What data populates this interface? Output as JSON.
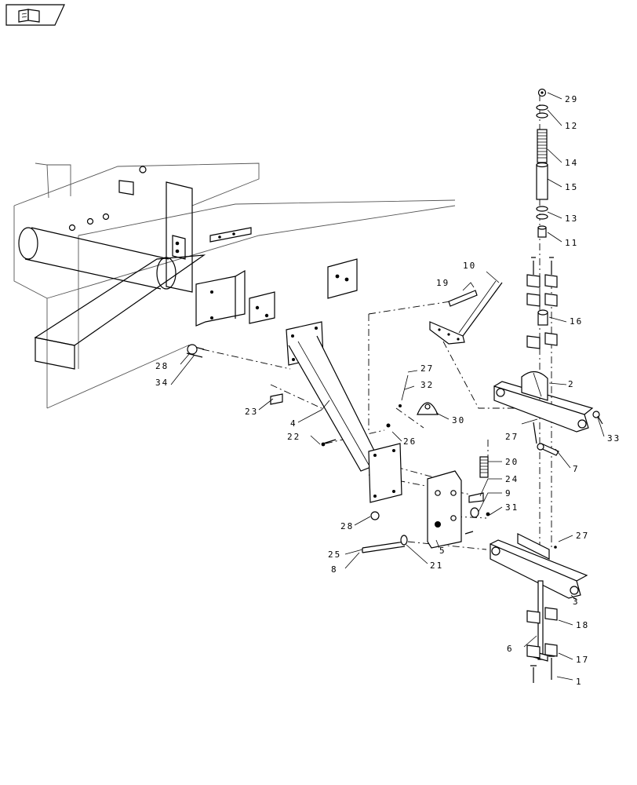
{
  "nav_icon": "book-open-icon",
  "callouts": {
    "c29": "29",
    "c12": "12",
    "c14": "14",
    "c15": "15",
    "c13": "13",
    "c11": "11",
    "c16": "16",
    "c10": "10",
    "c19": "19",
    "c2": "2",
    "c33": "33",
    "c27a": "27",
    "c32": "32",
    "c30": "30",
    "c27b": "27",
    "c7": "7",
    "c20": "20",
    "c24": "24",
    "c9": "9",
    "c31": "31",
    "c28a": "28",
    "c34": "34",
    "c23": "23",
    "c4": "4",
    "c22": "22",
    "c26": "26",
    "c28b": "28",
    "c5": "5",
    "c25": "25",
    "c8": "8",
    "c21": "21",
    "c27c": "27",
    "c3": "3",
    "c18": "18",
    "c6": "6",
    "c17": "17",
    "c1": "1"
  }
}
